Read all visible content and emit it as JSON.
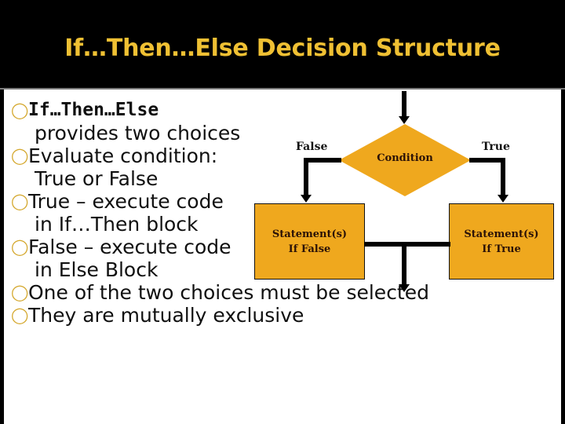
{
  "slide": {
    "title": "If…Then…Else Decision Structure",
    "title_color": "#EFC033",
    "header_background": "#000000",
    "body_background": "#FFFFFF"
  },
  "bullets": [
    {
      "marker": "◯",
      "text": "If…Then…Else",
      "style": "mono",
      "continuation": "provides two choices"
    },
    {
      "marker": "◯",
      "text": "Evaluate condition:",
      "style": "normal",
      "continuation": "True or False"
    },
    {
      "marker": "◯",
      "text": "True – execute code",
      "style": "normal",
      "continuation": "in If…Then block"
    },
    {
      "marker": "◯",
      "text": "False – execute code",
      "style": "normal",
      "continuation": "in Else Block"
    },
    {
      "marker": "◯",
      "text": "One of the two choices must be selected",
      "style": "normal",
      "continuation": ""
    },
    {
      "marker": "◯",
      "text": "They are mutually exclusive",
      "style": "normal",
      "continuation": ""
    }
  ],
  "flowchart": {
    "shape_fill": "#EFA81E",
    "shape_stroke": "#111111",
    "connector_color": "#000000",
    "decision": {
      "label": "Condition"
    },
    "edge_labels": {
      "false": "False",
      "true": "True"
    },
    "process_false": {
      "line1": "Statement(s)",
      "line2": "If False"
    },
    "process_true": {
      "line1": "Statement(s)",
      "line2": "If True"
    }
  }
}
